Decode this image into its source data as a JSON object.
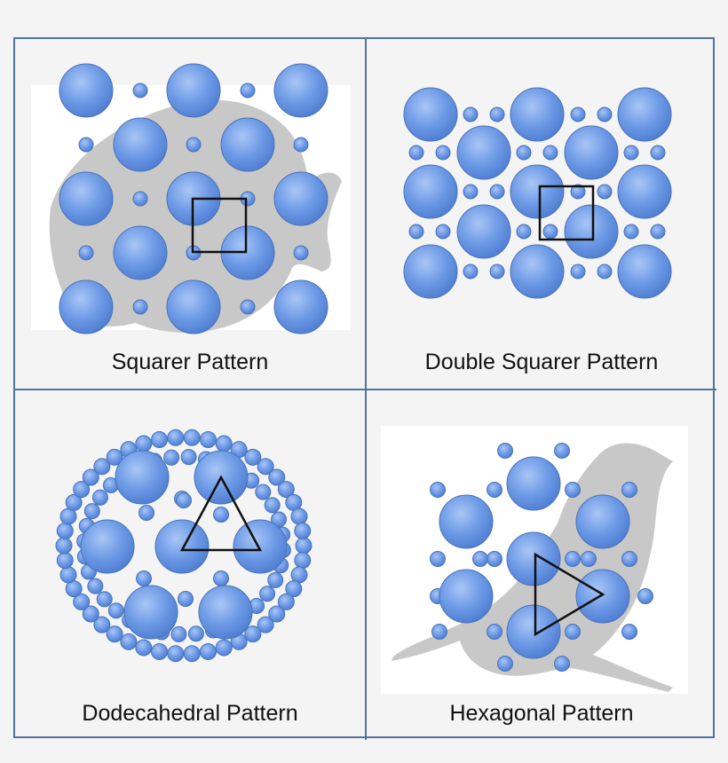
{
  "panels": [
    {
      "id": "squarer",
      "caption": "Squarer Pattern",
      "silhouette": "fish",
      "marker": "square"
    },
    {
      "id": "double-squarer",
      "caption": "Double Squarer Pattern",
      "silhouette": "none",
      "marker": "square"
    },
    {
      "id": "dodecahedral",
      "caption": "Dodecahedral Pattern",
      "silhouette": "none",
      "marker": "triangle"
    },
    {
      "id": "hexagonal",
      "caption": "Hexagonal Pattern",
      "silhouette": "bird",
      "marker": "triangle-right"
    }
  ],
  "colors": {
    "frame": "#4f73a5",
    "circle_fill": "#6d9ae6",
    "circle_stroke": "#4a73b8",
    "silhouette": "#c8c8c8",
    "marker": "#111111"
  }
}
